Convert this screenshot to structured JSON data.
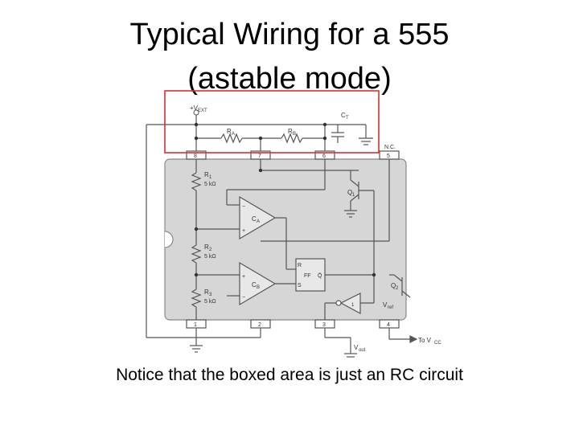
{
  "slide": {
    "title_line1": "Typical Wiring for a 555",
    "title_line2": "(astable mode)",
    "caption": "Notice that the boxed area is just an RC circuit"
  },
  "diagram": {
    "highlight_color": "#d93030",
    "chip_fill": "#d6d6d6",
    "block_fill": "#e8e8e8",
    "labels": {
      "vext": "+V",
      "vext_sub": "EXT",
      "ct": "C",
      "ct_sub": "T",
      "ra": "R",
      "ra_sub": "A",
      "rb": "R",
      "rb_sub": "B",
      "nc": "N.C.",
      "pin8": "8",
      "pin7": "7",
      "pin6": "6",
      "pin5": "5",
      "pin1": "1",
      "pin2": "2",
      "pin3": "3",
      "pin4": "4",
      "r1": "R",
      "r1_sub": "1",
      "r1_val": "5 kΩ",
      "r2": "R",
      "r2_sub": "2",
      "r2_val": "5 kΩ",
      "r3": "R",
      "r3_sub": "3",
      "r3_val": "5 kΩ",
      "ca": "C",
      "ca_sub": "A",
      "cb": "C",
      "cb_sub": "B",
      "q1": "Q",
      "q1_sub": "1",
      "q2": "Q",
      "q2_sub": "2",
      "ff_r": "R",
      "ff_s": "S",
      "ff_name": "FF",
      "ff_q": "Q̄",
      "vref": "V",
      "vref_sub": "ref",
      "vout": "V",
      "vout_sub": "out",
      "to_vcc": "To V",
      "to_vcc_sub": "CC",
      "plus": "+",
      "minus": "−",
      "inv_one": "1"
    }
  }
}
